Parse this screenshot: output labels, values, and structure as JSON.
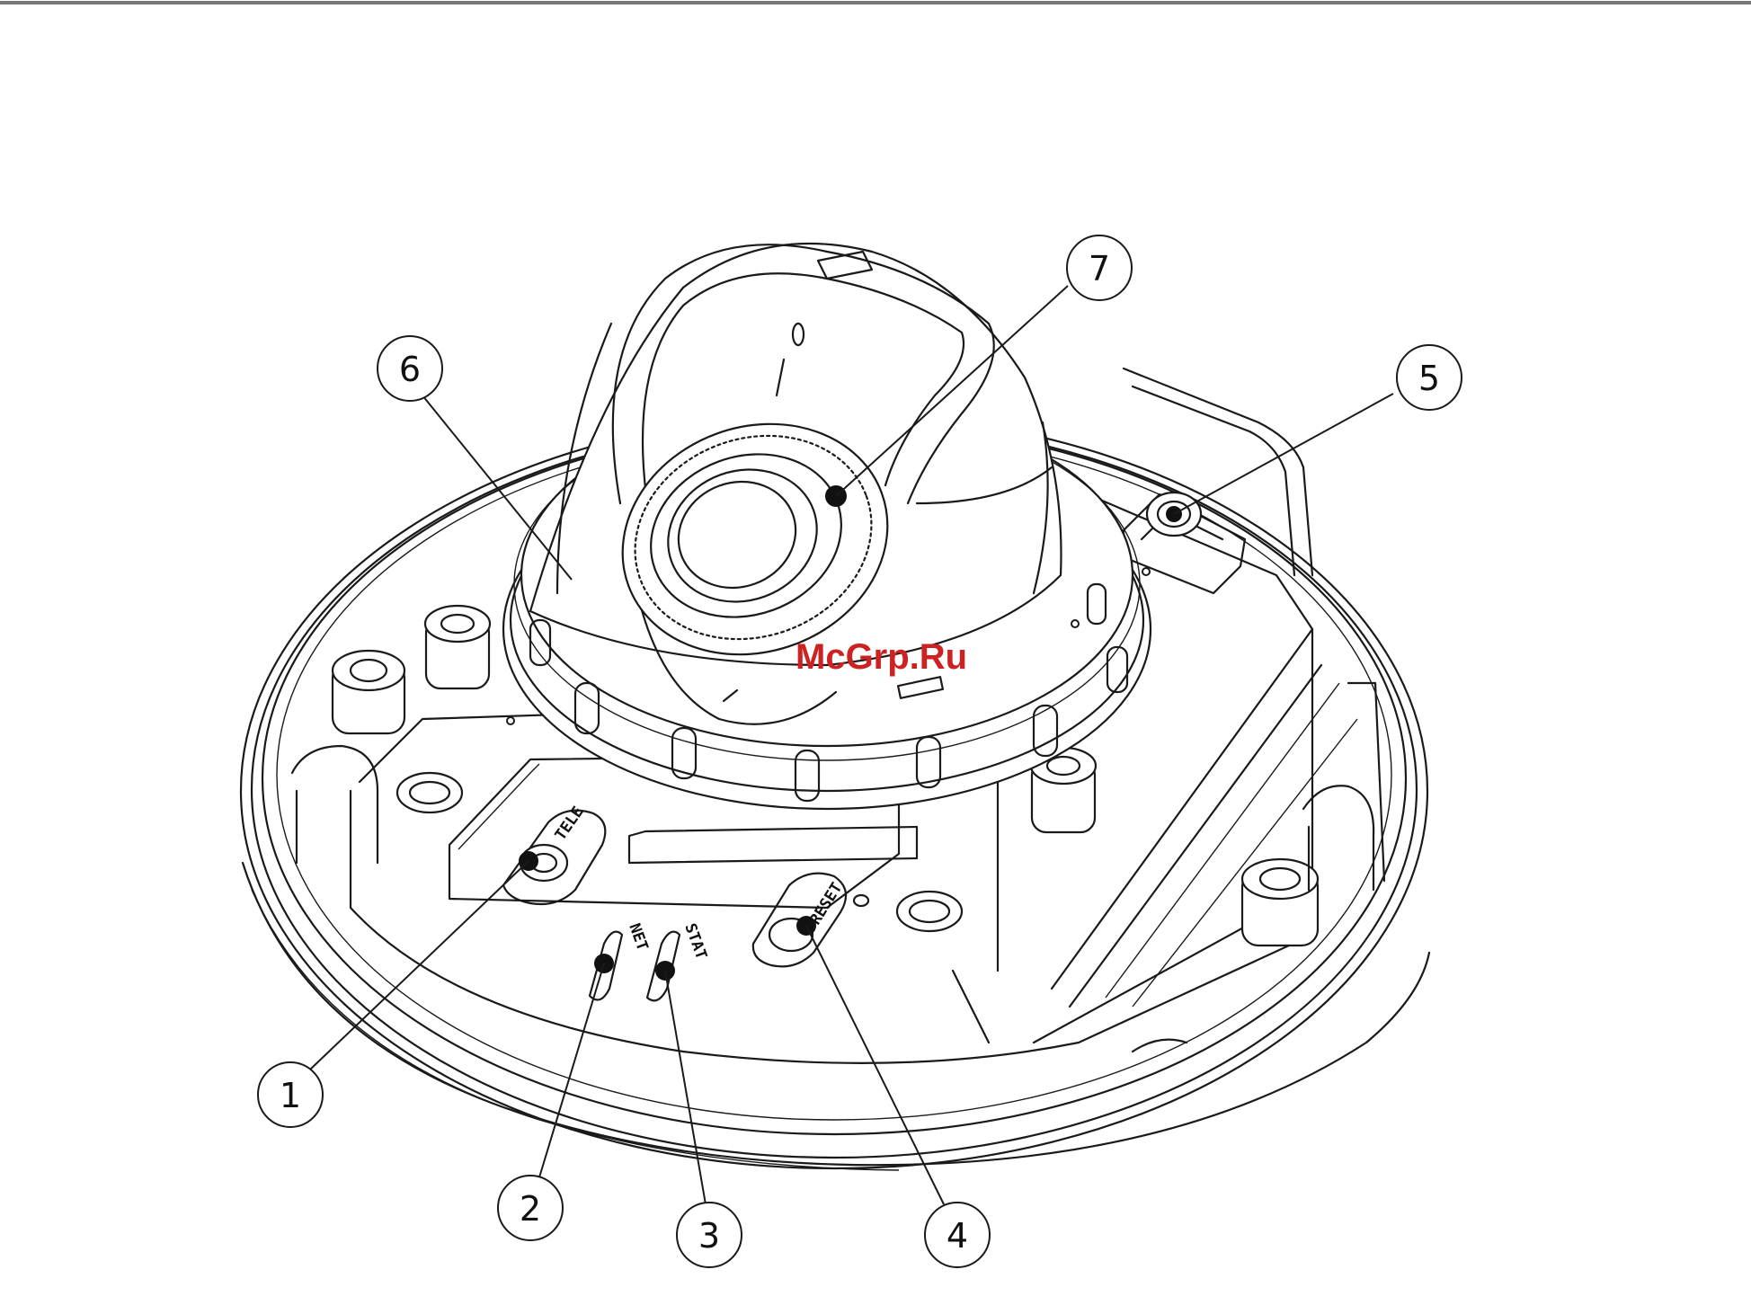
{
  "figure": {
    "watermark": "McGrp.Ru",
    "colors": {
      "line": "#1a1a1a",
      "watermark": "#cc2222",
      "rule": "#777777",
      "background": "#ffffff"
    },
    "labels": {
      "tele": "TELE",
      "net": "NET",
      "stat": "STAT",
      "reset": "RESET"
    },
    "callouts": [
      {
        "number": "1"
      },
      {
        "number": "2"
      },
      {
        "number": "3"
      },
      {
        "number": "4"
      },
      {
        "number": "5"
      },
      {
        "number": "6"
      },
      {
        "number": "7"
      }
    ]
  }
}
